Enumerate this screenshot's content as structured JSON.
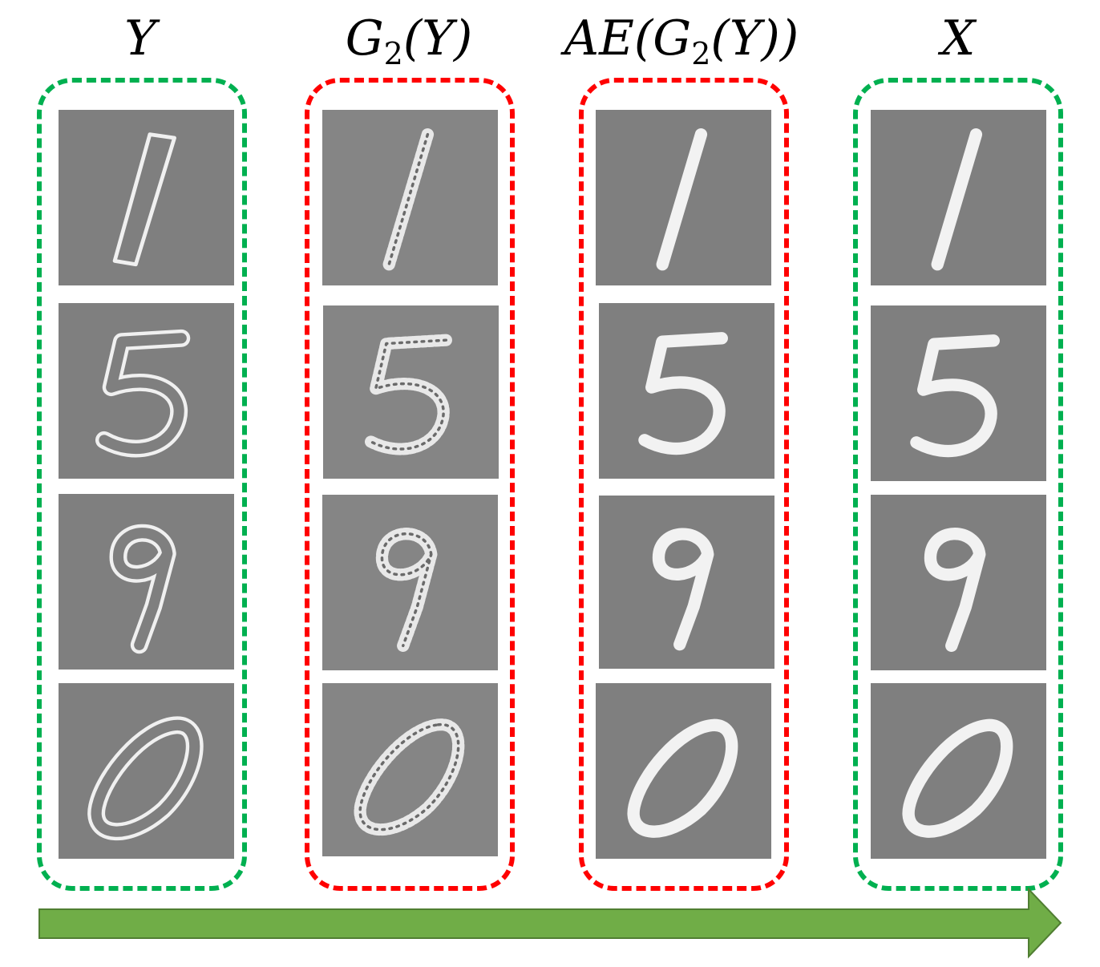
{
  "columns": [
    {
      "id": "y",
      "title_main": "Y",
      "frame_color": "#00b050",
      "style": "outline",
      "digits": [
        "1",
        "5",
        "9",
        "0"
      ]
    },
    {
      "id": "g2y",
      "title_main": "G",
      "title_sub": "2",
      "title_arg": "(Y)",
      "frame_color": "#ff0000",
      "style": "noisy",
      "digits": [
        "1",
        "5",
        "9",
        "0"
      ]
    },
    {
      "id": "aeg2y",
      "title_main": "AE",
      "title_open": "(G",
      "title_sub": "2",
      "title_arg": "(Y))",
      "frame_color": "#ff0000",
      "style": "solid",
      "digits": [
        "1",
        "5",
        "9",
        "0"
      ]
    },
    {
      "id": "x",
      "title_main": "X",
      "frame_color": "#00b050",
      "style": "solid",
      "digits": [
        "1",
        "5",
        "9",
        "0"
      ]
    }
  ],
  "arrow": {
    "fill_color": "#70ad47",
    "stroke_color": "#507e32",
    "direction": "right"
  },
  "tile_color": "#7f7f7f"
}
